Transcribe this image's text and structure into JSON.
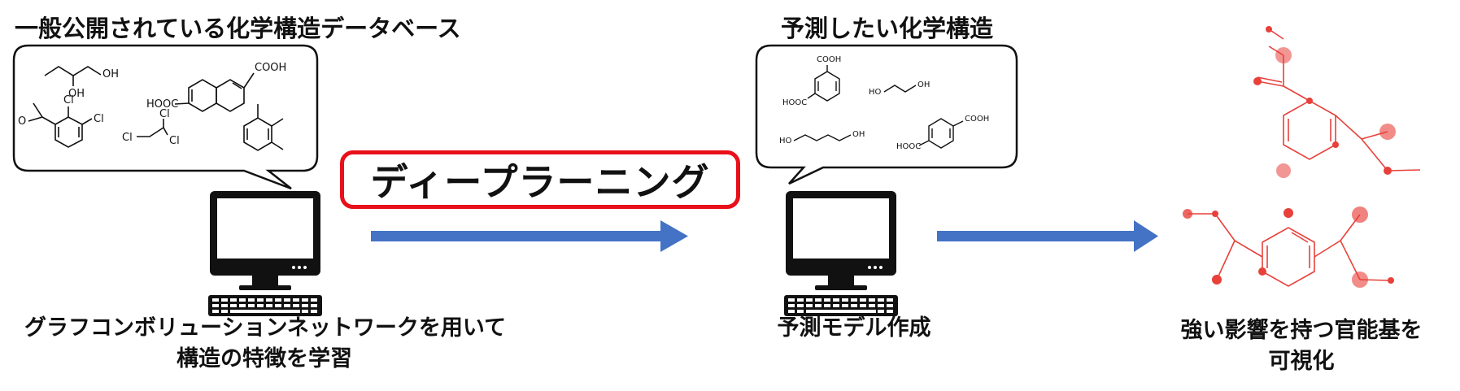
{
  "labels": {
    "database_title": "一般公開されている化学構造データベース",
    "predict_title": "予測したい化学構造",
    "deep_learning": "ディープラーニング",
    "caption_left_line1": "グラフコンボリューションネットワークを用いて",
    "caption_left_line2": "構造の特徴を学習",
    "caption_center": "予測モデル作成",
    "caption_right_line1": "強い影響を持つ官能基を",
    "caption_right_line2": "可視化"
  },
  "molecule_labels": {
    "oh_a": "OH",
    "oh_b": "OH",
    "cooh_naph": "COOH",
    "hooc_naph": "HOOC",
    "cl_1": "Cl",
    "cl_2": "Cl",
    "cl_3": "Cl",
    "cl_4": "Cl",
    "cl_5": "Cl",
    "o_nitro": "O",
    "cooh_iso": "COOH",
    "hooc_iso": "HOOC",
    "ho_eg": "HO",
    "oh_eg": "OH",
    "ho_bd": "HO",
    "oh_bd": "OH",
    "cooh_tere": "COOH",
    "hooc_tere": "HOOC"
  },
  "colors": {
    "arrow": "#4472c4",
    "deep_learning_border": "#e8101a",
    "highlight": "#e8403a",
    "text": "#111111"
  }
}
